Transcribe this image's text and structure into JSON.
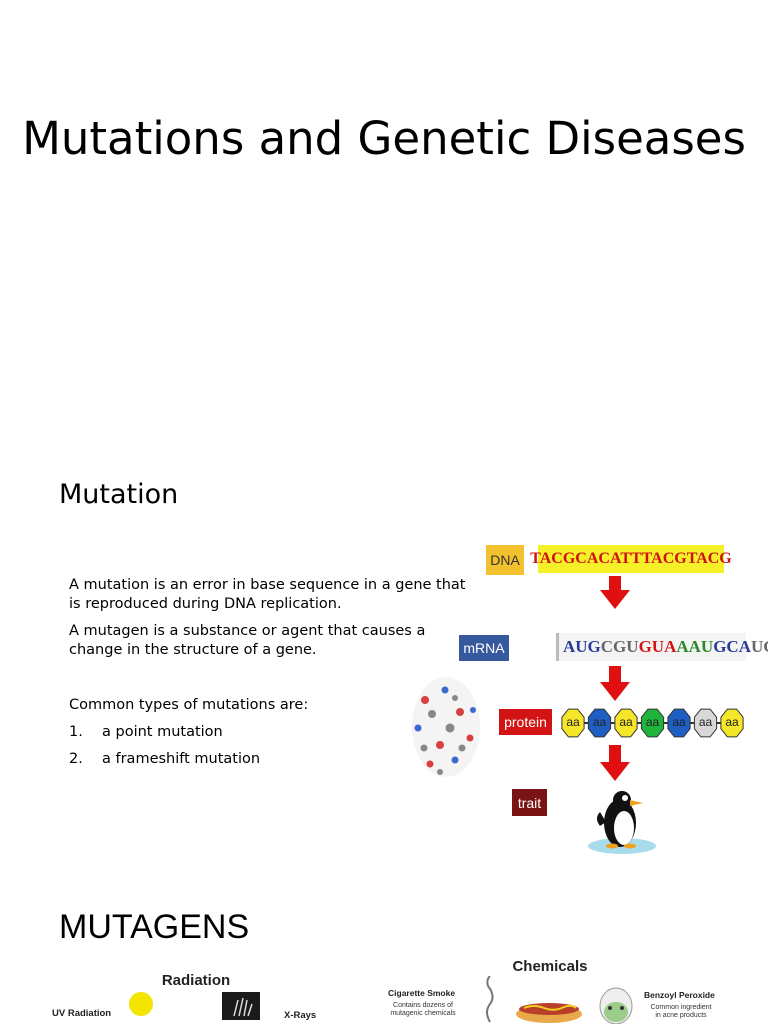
{
  "slide1": {
    "title": "Mutations and Genetic Diseases"
  },
  "slide2": {
    "heading": "Mutation",
    "paragraph1": "A mutation is an error in base sequence in a gene that is reproduced during DNA replication.",
    "paragraph2": "A mutagen is a substance or agent that causes a change in the structure of a gene.",
    "list_intro": "Common types of mutations are:",
    "list": [
      {
        "num": "1.",
        "text": "a point mutation"
      },
      {
        "num": "2.",
        "text": "a frameshift mutation"
      }
    ],
    "diagram": {
      "dna_label": "DNA",
      "dna_sequence": "TACGCACATTTACGTACG",
      "mrna_label": "mRNA",
      "mrna_codons": [
        {
          "text": "AUG",
          "color": "#2a3a9a"
        },
        {
          "text": "CGU",
          "color": "#666666"
        },
        {
          "text": "GUA",
          "color": "#d41414"
        },
        {
          "text": "AAU",
          "color": "#2a8a2a"
        },
        {
          "text": "GCA",
          "color": "#2a3a9a"
        },
        {
          "text": "UGC",
          "color": "#666666"
        }
      ],
      "protein_label": "protein",
      "amino_acid_label": "aa",
      "amino_acid_colors": [
        "#f5e62a",
        "#1f5fc4",
        "#f5e62a",
        "#1fb43a",
        "#1f5fc4",
        "#d8d8d8",
        "#f5e62a"
      ],
      "trait_label": "trait"
    }
  },
  "slide3": {
    "heading": "MUTAGENS",
    "radiation": {
      "title": "Radiation",
      "uv_label": "UV Radiation",
      "xray_label": "X-Rays"
    },
    "chemicals": {
      "title": "Chemicals",
      "smoke_label": "Cigarette Smoke",
      "smoke_desc": "Contains dozens of mutagenic chemicals",
      "peroxide_label": "Benzoyl Peroxide",
      "peroxide_desc": "Common ingredient in acne products"
    }
  }
}
